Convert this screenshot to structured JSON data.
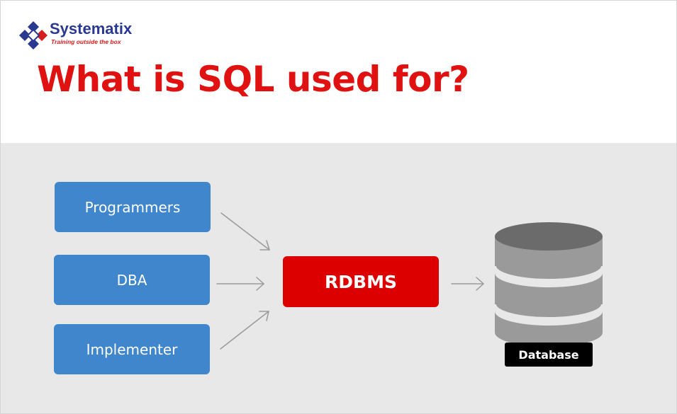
{
  "brand": {
    "name": "Systematix",
    "tagline": "Training outside the box"
  },
  "title": "What is SQL used for?",
  "diagram": {
    "roles": [
      "Programmers",
      "DBA",
      "Implementer"
    ],
    "center": "RDBMS",
    "target": "Database"
  },
  "colors": {
    "title": "#e01111",
    "role_box": "#3f86cc",
    "center_box": "#dd0000",
    "panel_bg": "#e8e8e8",
    "database_fill": "#9a9a9a",
    "label_bg": "#000000",
    "brand_blue": "#2a3990",
    "brand_red": "#d61c1c"
  }
}
